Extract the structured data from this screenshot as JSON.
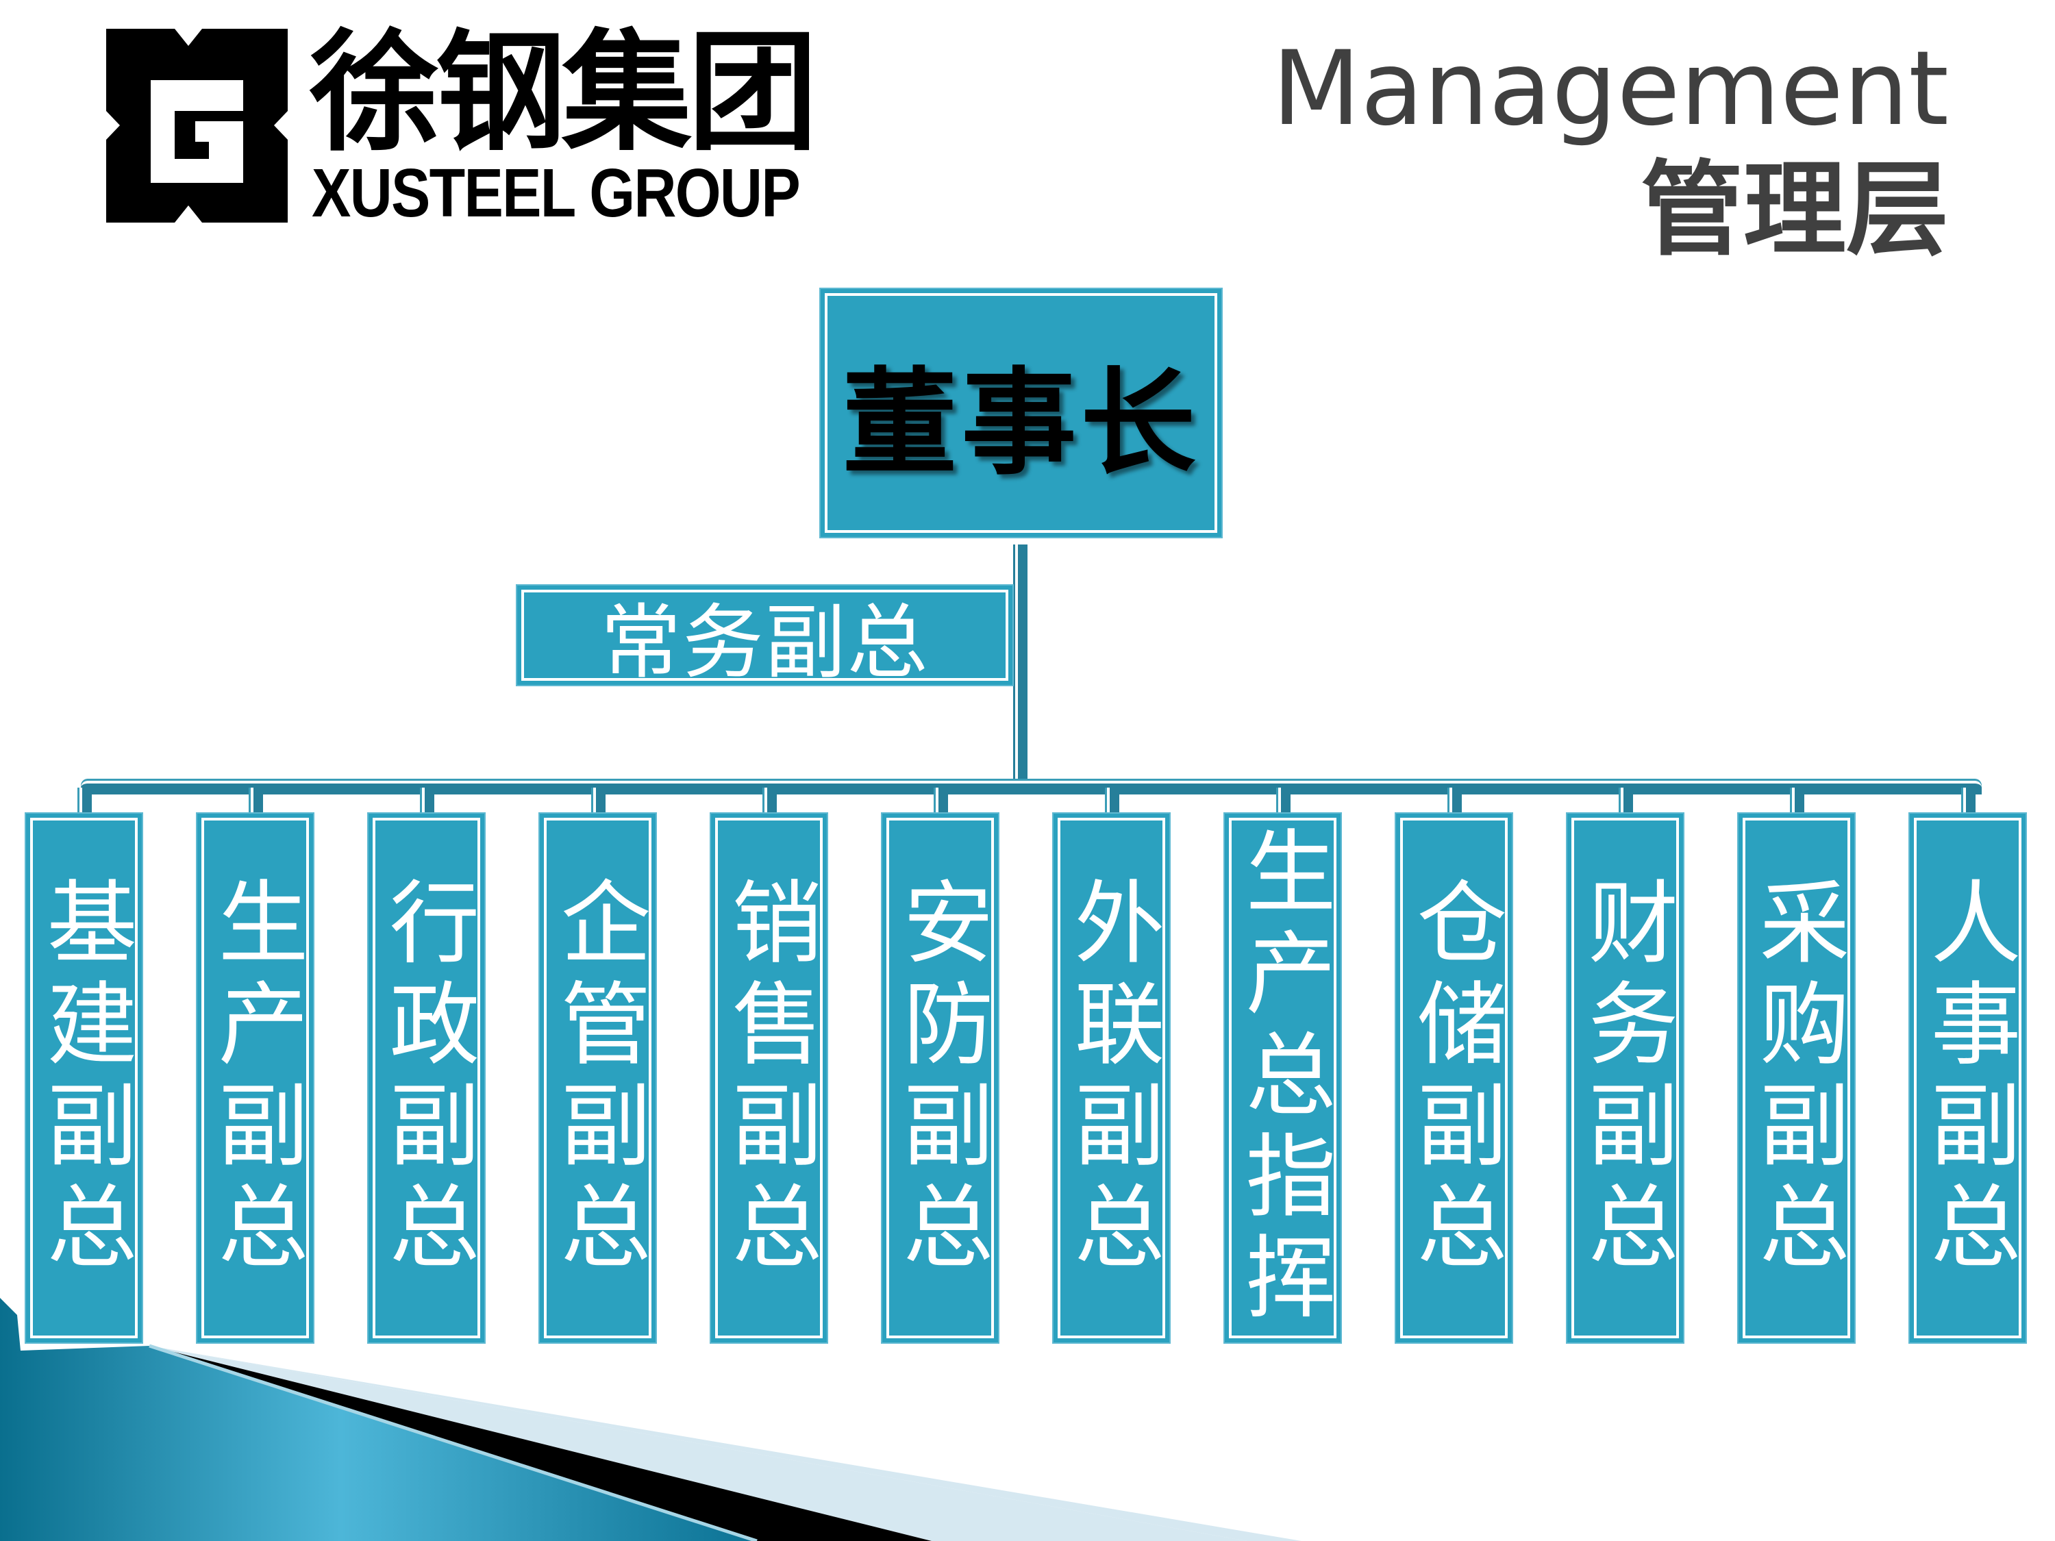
{
  "logo": {
    "cn": "徐钢集团",
    "en": "XUSTEEL GROUP"
  },
  "header": {
    "title_en": "Management",
    "title_cn": "管理层"
  },
  "org": {
    "chairman": "董事长",
    "executive_vp": "常务副总",
    "departments": [
      "基建副总",
      "生产副总",
      "行政副总",
      "企管副总",
      "销售副总",
      "安防副总",
      "外联副总",
      "生产总指挥",
      "仓储副总",
      "财务副总",
      "采购副总",
      "人事副总"
    ]
  },
  "colors": {
    "box_fill": "#2ba1bf",
    "connector": "#267f9a",
    "title_text": "#404040"
  }
}
